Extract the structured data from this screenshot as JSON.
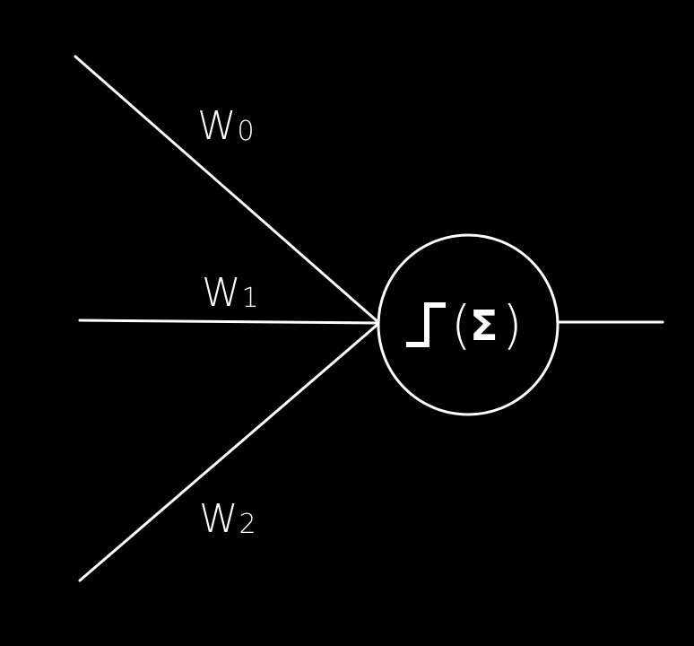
{
  "weights": [
    {
      "letter": "W",
      "sub": "0"
    },
    {
      "letter": "W",
      "sub": "1"
    },
    {
      "letter": "W",
      "sub": "2"
    }
  ],
  "neuron": {
    "open_paren": "(",
    "sigma": "Σ",
    "close_paren": ")",
    "activation_icon": "step-function-icon"
  },
  "colors": {
    "background": "#000000",
    "foreground": "#ffffff"
  }
}
